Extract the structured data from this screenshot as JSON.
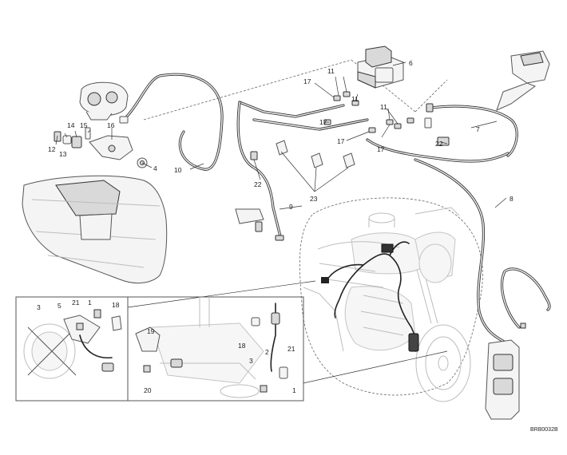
{
  "diagram": {
    "drawing_code": "BRB0032B",
    "callouts": {
      "c1a": "1",
      "c1b": "1",
      "c2": "2",
      "c3a": "3",
      "c3b": "3",
      "c4": "4",
      "c5": "5",
      "c6": "6",
      "c7": "7",
      "c8": "8",
      "c9": "9",
      "c10": "10",
      "c11a": "11",
      "c11b": "11",
      "c11c": "11",
      "c12": "12",
      "c13": "13",
      "c14": "14",
      "c15": "15",
      "c16": "16",
      "c17a": "17",
      "c17b": "17",
      "c17c": "17",
      "c17d": "17",
      "c18a": "18",
      "c18b": "18",
      "c19": "19",
      "c20": "20",
      "c21a": "21",
      "c21b": "21",
      "c22a": "22",
      "c22b": "22",
      "c23": "23"
    }
  }
}
